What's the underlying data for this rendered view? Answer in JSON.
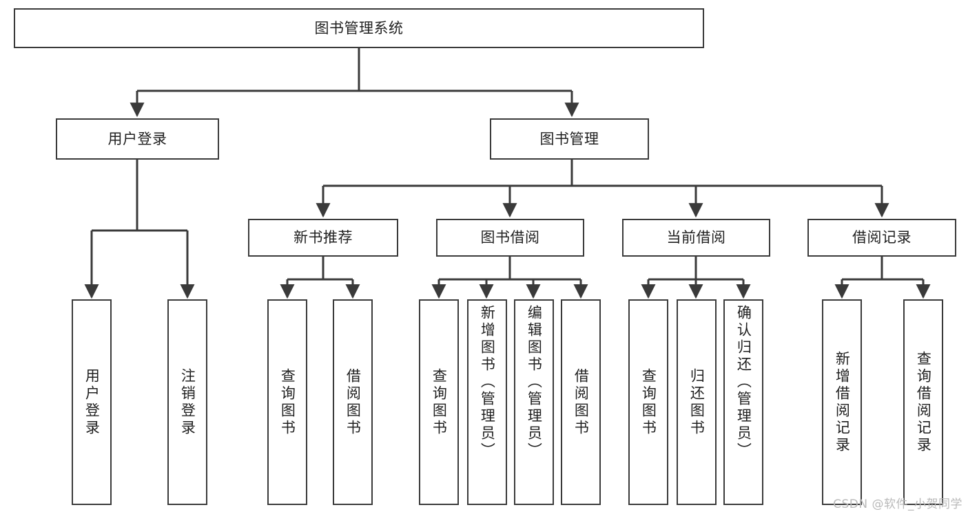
{
  "diagram": {
    "type": "tree-hierarchy-flowchart",
    "title": "图书管理系统",
    "orientation": "top-down",
    "edge_style": "orthogonal-with-arrowheads",
    "colors": {
      "box_border": "#3a3a3a",
      "box_fill": "#ffffff",
      "edge": "#3a3a3a",
      "text": "#1f1f1f",
      "watermark": "#b9b9b9",
      "background": "#ffffff"
    },
    "nodes": {
      "root": {
        "label": "图书管理系统",
        "level": 0,
        "text_orientation": "horizontal"
      },
      "l1": [
        {
          "id": "user-login",
          "label": "用户登录",
          "level": 1,
          "text_orientation": "horizontal"
        },
        {
          "id": "book-manage",
          "label": "图书管理",
          "level": 1,
          "text_orientation": "horizontal"
        }
      ],
      "l2": [
        {
          "id": "new-book-rec",
          "label": "新书推荐",
          "level": 2,
          "parent": "book-manage",
          "text_orientation": "horizontal"
        },
        {
          "id": "book-borrow",
          "label": "图书借阅",
          "level": 2,
          "parent": "book-manage",
          "text_orientation": "horizontal"
        },
        {
          "id": "current-borrow",
          "label": "当前借阅",
          "level": 2,
          "parent": "book-manage",
          "text_orientation": "horizontal"
        },
        {
          "id": "borrow-record",
          "label": "借阅记录",
          "level": 2,
          "parent": "book-manage",
          "text_orientation": "horizontal"
        }
      ],
      "leaves": [
        {
          "id": "leaf-user-login",
          "label": "用户登录",
          "parent": "user-login",
          "text_orientation": "vertical"
        },
        {
          "id": "leaf-user-logout",
          "label": "注销登录",
          "parent": "user-login",
          "text_orientation": "vertical"
        },
        {
          "id": "leaf-rec-query",
          "label": "查询图书",
          "parent": "new-book-rec",
          "text_orientation": "vertical"
        },
        {
          "id": "leaf-rec-borrow",
          "label": "借阅图书",
          "parent": "new-book-rec",
          "text_orientation": "vertical"
        },
        {
          "id": "leaf-borrow-query",
          "label": "查询图书",
          "parent": "book-borrow",
          "text_orientation": "vertical"
        },
        {
          "id": "leaf-borrow-add",
          "label": "新增图书（管理员）",
          "parent": "book-borrow",
          "text_orientation": "vertical"
        },
        {
          "id": "leaf-borrow-edit",
          "label": "编辑图书（管理员）",
          "parent": "book-borrow",
          "text_orientation": "vertical"
        },
        {
          "id": "leaf-borrow-do",
          "label": "借阅图书",
          "parent": "book-borrow",
          "text_orientation": "vertical"
        },
        {
          "id": "leaf-cur-query",
          "label": "查询图书",
          "parent": "current-borrow",
          "text_orientation": "vertical"
        },
        {
          "id": "leaf-cur-return",
          "label": "归还图书",
          "parent": "current-borrow",
          "text_orientation": "vertical"
        },
        {
          "id": "leaf-cur-confirm",
          "label": "确认归还（管理员）",
          "parent": "current-borrow",
          "text_orientation": "vertical"
        },
        {
          "id": "leaf-rec-add",
          "label": "新增借阅记录",
          "parent": "borrow-record",
          "text_orientation": "vertical"
        },
        {
          "id": "leaf-rec-search",
          "label": "查询借阅记录",
          "parent": "borrow-record",
          "text_orientation": "vertical"
        }
      ]
    },
    "watermark": "CSDN @软件_小贺同学"
  }
}
